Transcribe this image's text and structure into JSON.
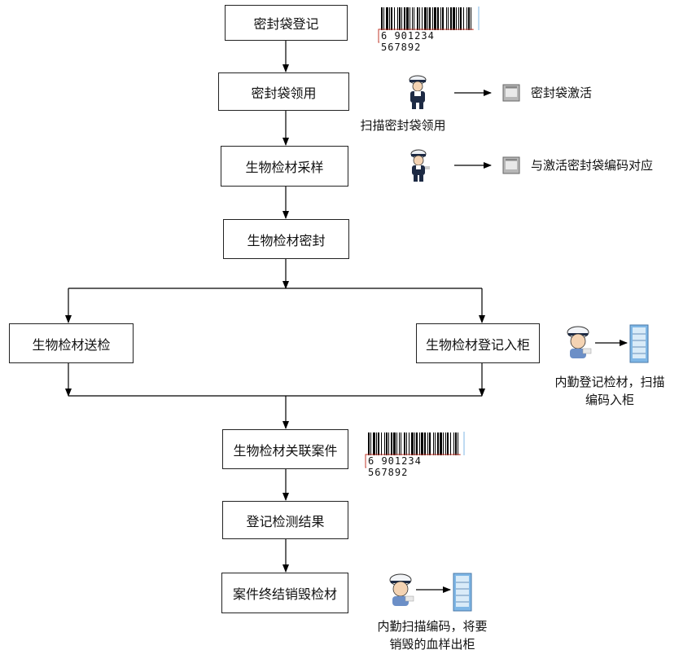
{
  "steps": {
    "register_bag": "密封袋登记",
    "receive_bag": "密封袋领用",
    "sampling": "生物检材采样",
    "seal": "生物检材密封",
    "send_inspect": "生物检材送检",
    "register_cabinet": "生物检材登记入柜",
    "link_case": "生物检材关联案件",
    "register_result": "登记检测结果",
    "destroy": "案件终结销毁检材"
  },
  "notes": {
    "scan_receive": "扫描密封袋领用",
    "activate_bag": "密封袋激活",
    "match_code": "与激活密封袋编码对应",
    "inner_register_line1": "内勤登记检材，扫描",
    "inner_register_line2": "编码入柜",
    "inner_destroy_line1": "内勤扫描编码，将要",
    "inner_destroy_line2": "销毁的血样出柜"
  },
  "barcodes": {
    "top": "6 901234 567892",
    "mid": "6 901234 567892"
  },
  "icons": {
    "officer": "police-officer-icon",
    "bag": "sealed-bag-icon",
    "cabinet": "storage-cabinet-icon",
    "barcode": "barcode-icon"
  },
  "colors": {
    "line": "#000000",
    "barcode_border": "#c0392b",
    "cabinet": "#7fb7e6"
  }
}
